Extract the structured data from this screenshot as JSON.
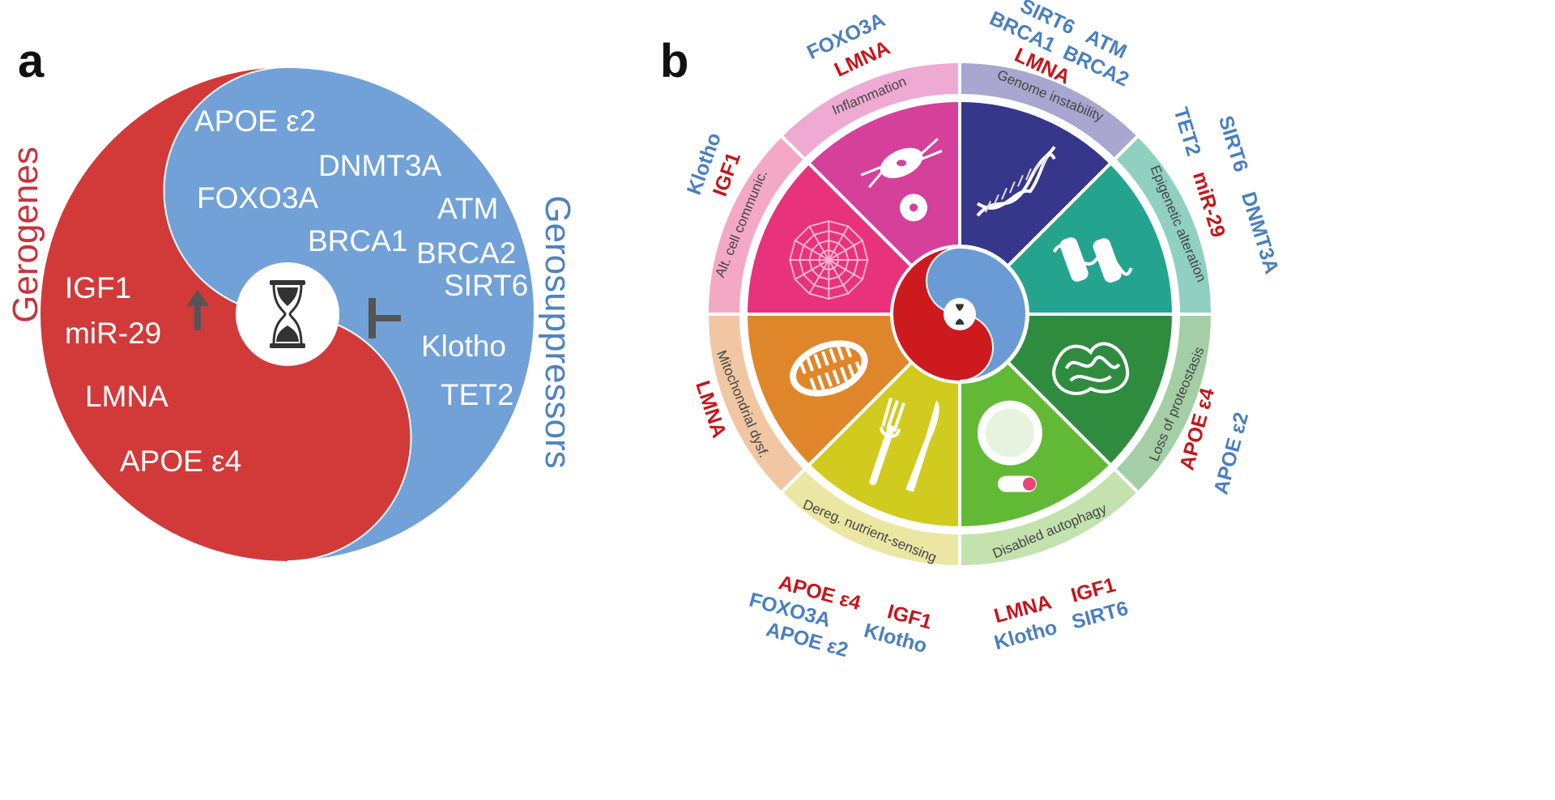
{
  "panel_a": {
    "label": "a",
    "left_title": "Gerogenes",
    "right_title": "Gerosuppressors",
    "colors": {
      "gerogenes": "#d23a3a",
      "gerosuppressors": "#72a1d8"
    },
    "gerosuppressors": [
      "APOE ε2",
      "DNMT3A",
      "FOXO3A",
      "ATM",
      "BRCA1",
      "BRCA2",
      "SIRT6",
      "Klotho",
      "TET2"
    ],
    "gerogenes": [
      "IGF1",
      "miR-29",
      "LMNA",
      "APOE ε4"
    ],
    "center_icon": "hourglass-icon",
    "promote_icon": "up-arrow-icon",
    "inhibit_icon": "inhibition-bar-icon"
  },
  "panel_b": {
    "label": "b",
    "gene_colors": {
      "gerogene": "#c4161c",
      "gerosuppressor": "#4a7fc1"
    },
    "sectors": [
      {
        "label": "Genome instability",
        "color": "#36368a",
        "band": "#a9a6cf",
        "icon": "dna-icon",
        "genes": [
          {
            "name": "SIRT6",
            "type": "gerosuppressor"
          },
          {
            "name": "ATM",
            "type": "gerosuppressor"
          },
          {
            "name": "BRCA1",
            "type": "gerosuppressor"
          },
          {
            "name": "BRCA2",
            "type": "gerosuppressor"
          },
          {
            "name": "LMNA",
            "type": "gerogene"
          }
        ]
      },
      {
        "label": "Epigenetic alteration",
        "color": "#24a48f",
        "band": "#8fd0c0",
        "icon": "chromatin-icon",
        "genes": [
          {
            "name": "TET2",
            "type": "gerosuppressor"
          },
          {
            "name": "SIRT6",
            "type": "gerosuppressor"
          },
          {
            "name": "miR-29",
            "type": "gerogene"
          },
          {
            "name": "DNMT3A",
            "type": "gerosuppressor"
          }
        ]
      },
      {
        "label": "Loss of proteostasis",
        "color": "#2f8c3f",
        "band": "#a4cfa6",
        "icon": "protein-icon",
        "genes": [
          {
            "name": "APOE ε4",
            "type": "gerogene"
          },
          {
            "name": "APOE ε2",
            "type": "gerosuppressor"
          }
        ]
      },
      {
        "label": "Disabled autophagy",
        "color": "#62b936",
        "band": "#c3e2ae",
        "icon": "autophagosome-off-icon",
        "genes": [
          {
            "name": "LMNA",
            "type": "gerogene"
          },
          {
            "name": "IGF1",
            "type": "gerogene"
          },
          {
            "name": "Klotho",
            "type": "gerosuppressor"
          },
          {
            "name": "SIRT6",
            "type": "gerosuppressor"
          }
        ]
      },
      {
        "label": "Dereg. nutrient-sensing",
        "color": "#d2cb1f",
        "band": "#ebe7a3",
        "icon": "fork-knife-icon",
        "genes": [
          {
            "name": "APOE ε4",
            "type": "gerogene"
          },
          {
            "name": "FOXO3A",
            "type": "gerosuppressor"
          },
          {
            "name": "IGF1",
            "type": "gerogene"
          },
          {
            "name": "APOE ε2",
            "type": "gerosuppressor"
          },
          {
            "name": "Klotho",
            "type": "gerosuppressor"
          }
        ]
      },
      {
        "label": "Mitochondrial dysf.",
        "color": "#e0862a",
        "band": "#f1c7a3",
        "icon": "mitochondrion-icon",
        "genes": [
          {
            "name": "LMNA",
            "type": "gerogene"
          }
        ]
      },
      {
        "label": "Alt. cell communic.",
        "color": "#e8327c",
        "band": "#f3a9c6",
        "icon": "web-icon",
        "genes": [
          {
            "name": "Klotho",
            "type": "gerosuppressor"
          },
          {
            "name": "IGF1",
            "type": "gerogene"
          }
        ]
      },
      {
        "label": "Inflammation",
        "color": "#d5409a",
        "band": "#eeaad3",
        "icon": "immune-cell-icon",
        "genes": [
          {
            "name": "FOXO3A",
            "type": "gerosuppressor"
          },
          {
            "name": "LMNA",
            "type": "gerogene"
          }
        ]
      }
    ]
  }
}
